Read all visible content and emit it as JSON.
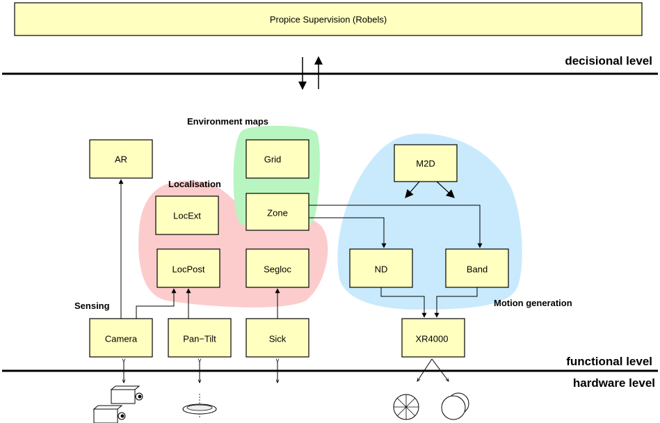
{
  "supervisor": {
    "label": "Propice Supervision (Robels)"
  },
  "levels": {
    "decisional": "decisional level",
    "functional": "functional level",
    "hardware": "hardware level"
  },
  "groups": {
    "environment": "Environment maps",
    "localisation": "Localisation",
    "sensing": "Sensing",
    "motion": "Motion generation"
  },
  "modules": {
    "ar": "AR",
    "grid": "Grid",
    "zone": "Zone",
    "locext": "LocExt",
    "locpost": "LocPost",
    "segloc": "Segloc",
    "m2d": "M2D",
    "nd": "ND",
    "band": "Band",
    "camera": "Camera",
    "pantilt": "Pan−Tilt",
    "sick": "Sick",
    "xr4000": "XR4000"
  },
  "colors": {
    "module_fill": "#ffffc0",
    "environment_zone": "#b8f5c0",
    "localisation_zone": "#fccccc",
    "motion_zone": "#c8eafc"
  }
}
